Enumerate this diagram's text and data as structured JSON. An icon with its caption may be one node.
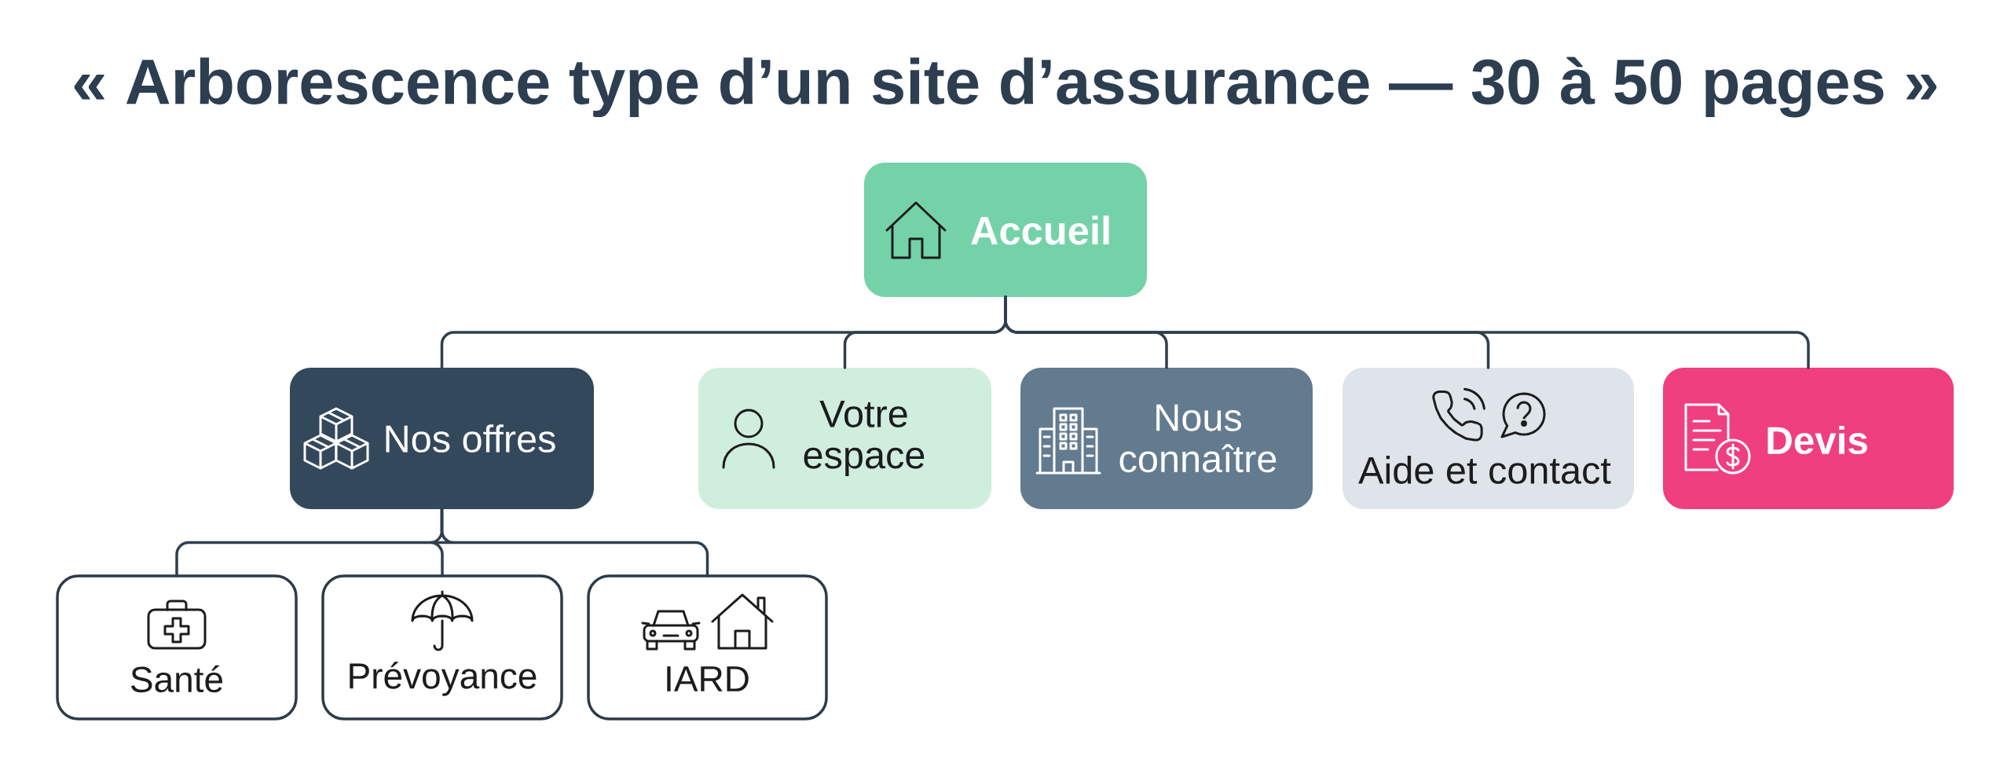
{
  "diagram": {
    "title": "« Arborescence type d’un site d’assurance — 30 à 50 pages »",
    "nodes": [
      {
        "text": [
          "Accueil"
        ]
      },
      {
        "text": [
          "Nos offres"
        ]
      },
      {
        "text": [
          "Votre espace"
        ]
      },
      {
        "text": [
          "Nous connaître"
        ]
      },
      {
        "text": [
          "Aide et contact"
        ]
      },
      {
        "text": [
          "Devis"
        ]
      },
      {
        "text": [
          "Santé"
        ]
      },
      {
        "text": [
          "Prévoyance"
        ]
      },
      {
        "text": [
          "IARD"
        ]
      }
    ],
    "edges": [
      {
        "from": 0,
        "to": 1,
        "arrow": "none"
      },
      {
        "from": 0,
        "to": 2,
        "arrow": "none"
      },
      {
        "from": 0,
        "to": 3,
        "arrow": "none"
      },
      {
        "from": 0,
        "to": 4,
        "arrow": "none"
      },
      {
        "from": 0,
        "to": 5,
        "arrow": "none"
      },
      {
        "from": 1,
        "to": 6,
        "arrow": "none"
      },
      {
        "from": 1,
        "to": 7,
        "arrow": "none"
      },
      {
        "from": 1,
        "to": 8,
        "arrow": "none"
      }
    ]
  }
}
